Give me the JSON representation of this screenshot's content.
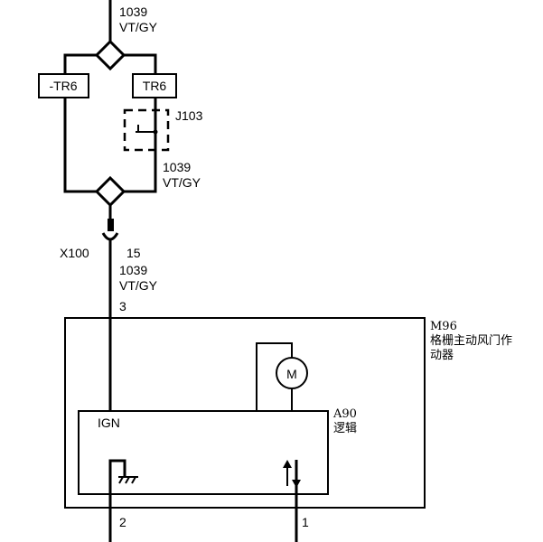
{
  "wire_top": {
    "circuit": "1039",
    "color": "VT/GY"
  },
  "tr_left": {
    "label": "-TR6"
  },
  "tr_right": {
    "label": "TR6"
  },
  "jumper": {
    "label": "J103"
  },
  "wire_mid": {
    "circuit": "1039",
    "color": "VT/GY"
  },
  "connector": {
    "name": "X100",
    "pin": "15"
  },
  "wire_low": {
    "circuit": "1039",
    "color": "VT/GY",
    "pin": "3"
  },
  "module": {
    "id": "M96",
    "desc_line1": "格栅主动风门作",
    "desc_line2": "动器"
  },
  "logic": {
    "id": "A90",
    "desc": "逻辑",
    "ign": "IGN"
  },
  "pins_bottom": {
    "left": "2",
    "right": "1"
  },
  "motor": {
    "symbol": "M"
  }
}
